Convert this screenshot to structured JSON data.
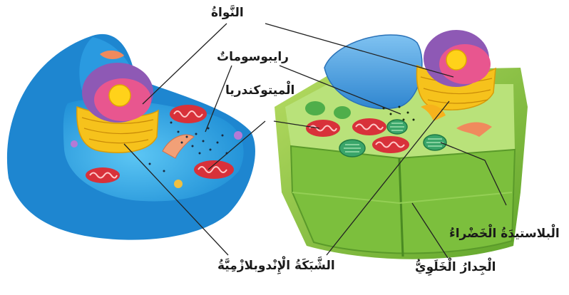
{
  "labels": {
    "nucleus": "النَّواةُ",
    "ribosomes": "رايبوسوماتٌ",
    "mitochondria": "الْميتوكندريا",
    "endoplasmic_reticulum": "الشَّبَكَةُ الْإِنْدوبلازْمِيَّةُ",
    "chloroplast": "الْبلاستيدَةُ الْخَضْراءُ",
    "cell_wall": "الْجِدارُ الْخَلَوِيُّ"
  },
  "colors": {
    "animal_membrane": "#1e8fd8",
    "animal_cytoplasm": "#3fb3ee",
    "plant_wall": "#8dc63f",
    "plant_cytoplasm": "#b9e27a",
    "vacuole": "#4aa3e0",
    "nucleus_outer": "#8e59b5",
    "nucleus_inner": "#e8568f",
    "nucleolus": "#ffd21a",
    "endoplasmic_reticulum": "#f6c21c",
    "mitochondria": "#d8313a",
    "chloroplast": "#3aa56a",
    "leader_line": "#222222"
  }
}
